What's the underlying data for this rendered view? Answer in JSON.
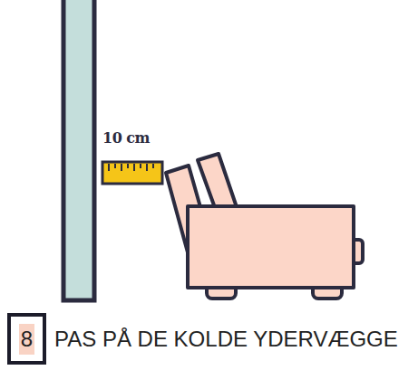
{
  "diagram": {
    "title": "PAS PÅ DE KOLDE YDERVÆGGE",
    "nodes": [
      {
        "text": [
          "8"
        ]
      }
    ],
    "labels": [
      "10 cm"
    ]
  }
}
